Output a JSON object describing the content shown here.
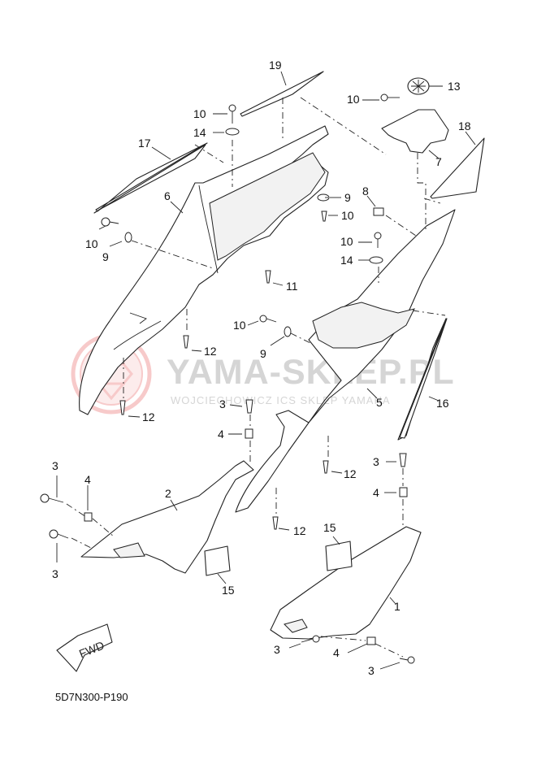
{
  "diagram_code": "5D7N300-P190",
  "fwd_label": "FWD",
  "watermark": {
    "main": "YAMA-SKLEP.PL",
    "sub": "WOJCIECHOWICZ ICS SKLEP YAMAHA"
  },
  "colors": {
    "line": "#222222",
    "watermark_text": "#c8c8c8",
    "watermark_logo": "#f2a0a0"
  },
  "callouts": {
    "c19": "19",
    "c13": "13",
    "c10a": "10",
    "c10b": "10",
    "c14a": "14",
    "c17": "17",
    "c18": "18",
    "c7": "7",
    "c6": "6",
    "c9a": "9",
    "c10c": "10",
    "c8": "8",
    "c10d": "10",
    "c9b": "9",
    "c10e": "10",
    "c14b": "14",
    "c11": "11",
    "c10f": "10",
    "c9c": "9",
    "c12a": "12",
    "c12b": "12",
    "c5": "5",
    "c16": "16",
    "c3a": "3",
    "c4a": "4",
    "c3b": "3",
    "c4b": "4",
    "c2": "2",
    "c3c": "3",
    "c12c": "12",
    "c3d": "3",
    "c4c": "4",
    "c12d": "12",
    "c15a": "15",
    "c15b": "15",
    "c1": "1",
    "c3e": "3",
    "c4d": "4",
    "c3f": "3"
  }
}
